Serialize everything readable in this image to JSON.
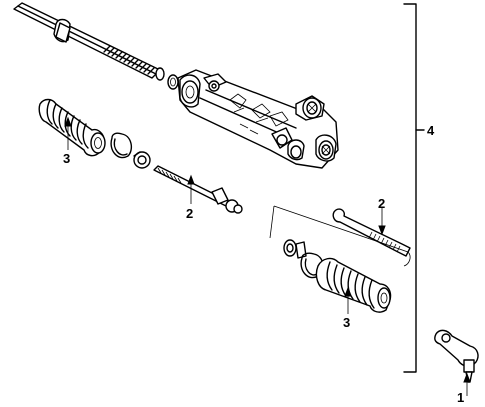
{
  "callouts": {
    "tie_rod_end": "1",
    "inner_tie_rod_upper": "2",
    "inner_tie_rod_lower": "2",
    "boot_left": "3",
    "boot_right": "3",
    "gear_assembly": "4"
  },
  "colors": {
    "line": "#000000",
    "background": "#ffffff"
  }
}
